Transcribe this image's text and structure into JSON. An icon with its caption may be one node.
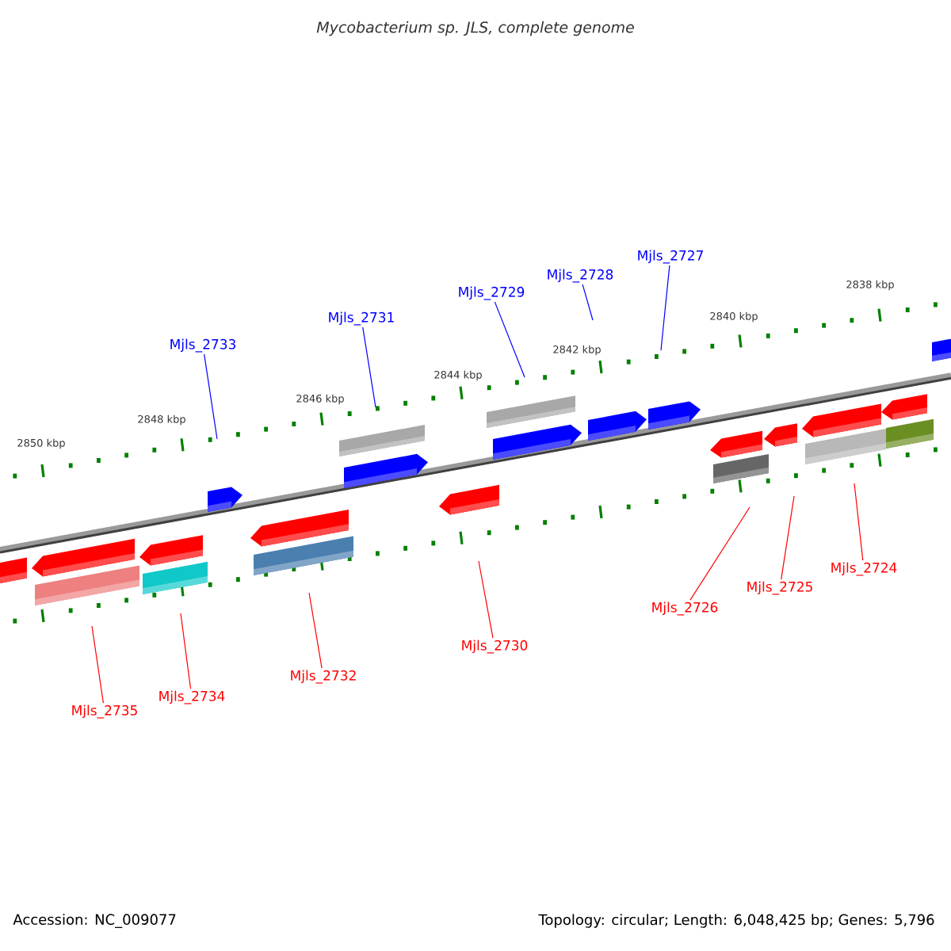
{
  "diagram": {
    "title": "Mycobacterium sp. JLS, complete genome",
    "nodes": [
      {
        "text": [
          "Mjls_2733"
        ]
      },
      {
        "text": [
          "Mjls_2731"
        ]
      },
      {
        "text": [
          "Mjls_2729"
        ]
      },
      {
        "text": [
          "Mjls_2728"
        ]
      },
      {
        "text": [
          "Mjls_2727"
        ]
      },
      {
        "text": [
          "Mjls_2735"
        ]
      },
      {
        "text": [
          "Mjls_2734"
        ]
      },
      {
        "text": [
          "Mjls_2732"
        ]
      },
      {
        "text": [
          "Mjls_2730"
        ]
      },
      {
        "text": [
          "Mjls_2726"
        ]
      },
      {
        "text": [
          "Mjls_2725"
        ]
      },
      {
        "text": [
          "Mjls_2724"
        ]
      }
    ],
    "edges": [
      {
        "from": 0,
        "to": null,
        "arrow": "none",
        "color": "#0000ff"
      },
      {
        "from": 1,
        "to": null,
        "arrow": "none",
        "color": "#0000ff"
      },
      {
        "from": 2,
        "to": null,
        "arrow": "none",
        "color": "#0000ff"
      },
      {
        "from": 3,
        "to": null,
        "arrow": "none",
        "color": "#0000ff"
      },
      {
        "from": 4,
        "to": null,
        "arrow": "none",
        "color": "#0000ff"
      },
      {
        "from": 5,
        "to": null,
        "arrow": "none"
      },
      {
        "from": 6,
        "to": null,
        "arrow": "none"
      },
      {
        "from": 7,
        "to": null,
        "arrow": "none"
      },
      {
        "from": 8,
        "to": null,
        "arrow": "none"
      },
      {
        "from": 9,
        "to": null,
        "arrow": "none"
      },
      {
        "from": 10,
        "to": null,
        "arrow": "none"
      },
      {
        "from": 11,
        "to": null,
        "arrow": "none"
      }
    ],
    "labels": [
      "2838 kbp",
      "2840 kbp",
      "2842 kbp",
      "2844 kbp",
      "2846 kbp",
      "2848 kbp",
      "2850 kbp",
      "Accession: NC_009077",
      "Topology: circular; Length: 6,048,425 bp; Genes: 5,796"
    ]
  }
}
